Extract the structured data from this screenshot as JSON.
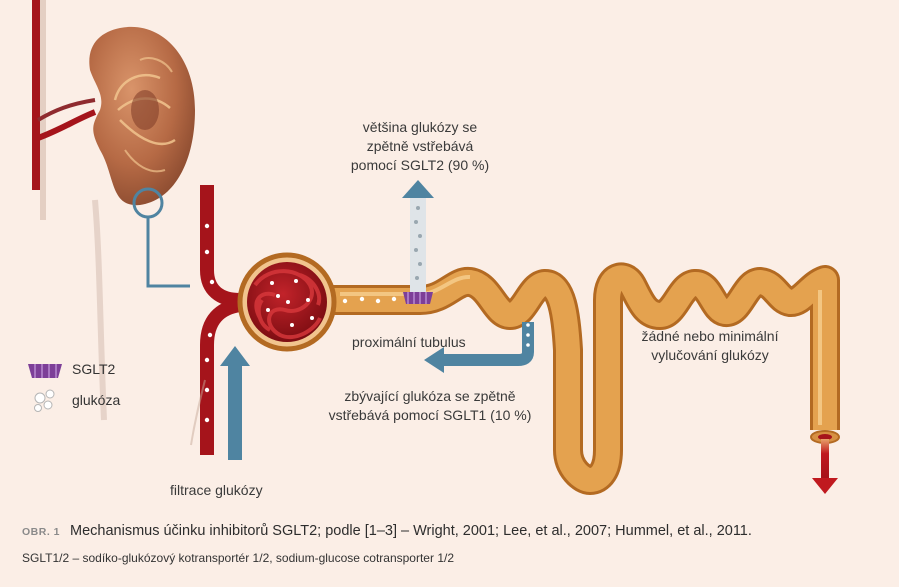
{
  "labels": {
    "sglt2_reabsorption": [
      "většina glukózy se",
      "zpětně vstřebává",
      "pomocí SGLT2 (90 %)"
    ],
    "proximal_tubule": "proximální tubulus",
    "sglt1_reabsorption": [
      "zbývající glukóza se zpětně",
      "vstřebává pomocí SGLT1 (10 %)"
    ],
    "excretion": [
      "žádné nebo minimální",
      "vylučování glukózy"
    ],
    "filtration": "filtrace glukózy"
  },
  "legend": {
    "sglt2": "SGLT2",
    "glucose": "glukóza"
  },
  "caption": {
    "figure_no": "OBR. 1",
    "text": "Mechanismus účinku inhibitorů SGLT2; podle [1–3] – Wright, 2001; Lee, et al., 2007; Hummel, et al., 2011.",
    "note": "SGLT1/2 – sodíko-glukózový kotransportér 1/2, sodium-glucose cotransporter 1/2"
  },
  "colors": {
    "background": "#fbeee6",
    "tubule": "#e4a24f",
    "vessel": "#a5141b",
    "arrow_blue": "#4f84a1",
    "arrow_red": "#c0191f",
    "sglt2": "#7d3f98"
  }
}
